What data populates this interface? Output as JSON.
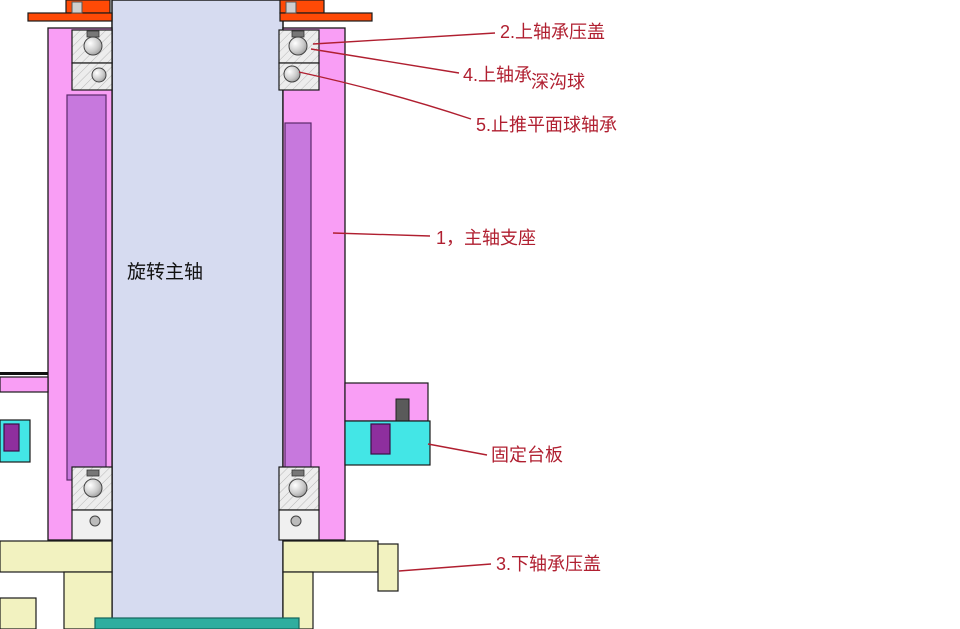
{
  "diagram": {
    "part_labels": {
      "rotating_shaft": "旋转主轴",
      "upper_bearing_cover": "2.上轴承压盖",
      "upper_bearing": "4.上轴承",
      "deep_groove_ball": "深沟球",
      "thrust_ball_bearing": "5.止推平面球轴承",
      "spindle_support": "1，主轴支座",
      "fixed_platform": "固定台板",
      "lower_bearing_cover": "3.下轴承压盖"
    },
    "colors": {
      "shaft_lavender": "#d6dbf0",
      "housing_pink": "#f99ef5",
      "sleeve_purple": "#c778dd",
      "platform_cyan": "#43e6e6",
      "cover_yellow": "#f2f2c0",
      "cap_orange": "#ff4a06",
      "bolt_purple": "#8e2f9e",
      "base_teal": "#2fae9f",
      "annotation_red": "#b01f30"
    }
  }
}
